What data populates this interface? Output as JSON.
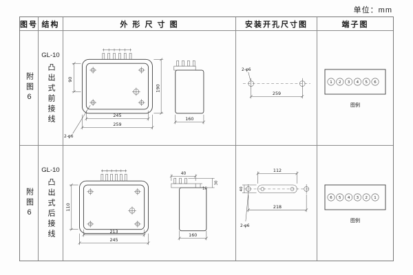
{
  "unit_label": "单位：mm",
  "table": {
    "headers": [
      "图号",
      "结构",
      "外 形 尺 寸 图",
      "安装开孔尺寸图",
      "端子图"
    ]
  },
  "rows": [
    {
      "figure_no": "附图6",
      "model": "GL-10",
      "structure": "凸出式前接线",
      "outline": {
        "dim_inner_width": "245",
        "dim_outer_width": "259",
        "dim_left_height": "90",
        "dim_right_height": "190",
        "dim_depth": "160",
        "hole_label": "2-φ6"
      },
      "install": {
        "dim_span": "259",
        "hole_label": "2-φ6"
      },
      "terminal": {
        "numbers": [
          "1",
          "2",
          "3",
          "4",
          "5",
          "6"
        ],
        "caption": "图例"
      }
    },
    {
      "figure_no": "附图6",
      "model": "GL-10",
      "structure": "凸出式后接线",
      "outline": {
        "dim_inner_width": "213",
        "dim_outer_width": "245",
        "dim_left_height": "110",
        "dim_stud_width": "40",
        "dim_step": "30",
        "dim_plate": "10",
        "dim_depth": "160"
      },
      "install": {
        "dim_top": "112",
        "dim_left": "40",
        "dim_span": "218",
        "hole_label": "2-φ6"
      },
      "terminal": {
        "numbers": [
          "6",
          "5",
          "4",
          "3",
          "2",
          "1"
        ],
        "caption": "图例"
      }
    }
  ]
}
